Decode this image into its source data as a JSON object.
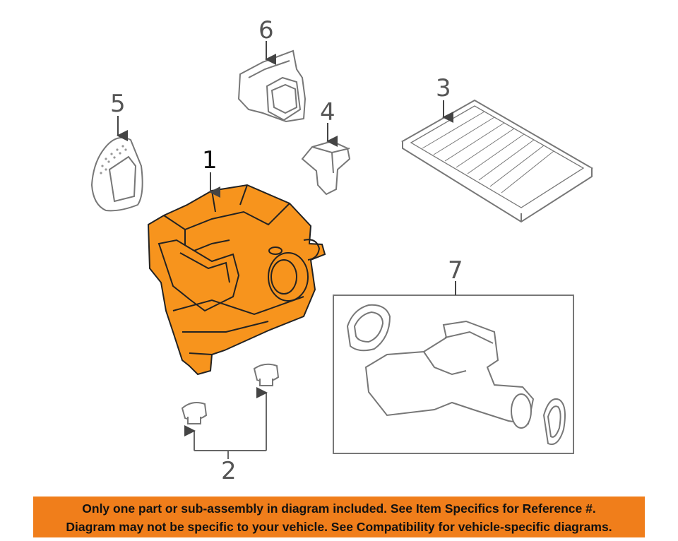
{
  "callouts": {
    "c1": "1",
    "c2": "2",
    "c3": "3",
    "c4": "4",
    "c5": "5",
    "c6": "6",
    "c7": "7"
  },
  "banner": {
    "line1": "Only one part or sub-assembly in diagram included. See Item Specifics for Reference #.",
    "line2": "Diagram may not be specific to your vehicle. See Compatibility for vehicle-specific diagrams."
  },
  "colors": {
    "highlight": "#f7941d",
    "banner": "#f07e1b",
    "line": "#666666"
  }
}
